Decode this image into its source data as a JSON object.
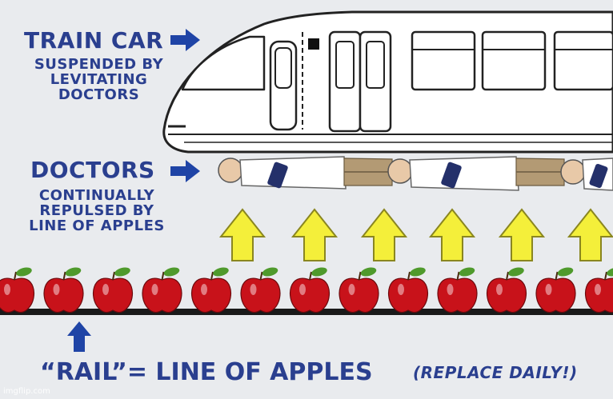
{
  "train": {
    "title": "TRAIN CAR",
    "description": "SUSPENDED BY LEVITATING DOCTORS"
  },
  "doctors": {
    "title": "DOCTORS",
    "description": "CONTINUALLY REPULSED BY LINE OF APPLES"
  },
  "rail": {
    "label": "“RAIL”= LINE OF APPLES",
    "note": "(REPLACE DAILY!)"
  },
  "watermark": "imgflip.com",
  "colors": {
    "label_text": "#2a3f8f",
    "arrow_blue": "#1f44a6",
    "arrow_yellow": "#f4ef3a",
    "apple_red": "#c8121a",
    "leaf_green": "#4f9a2c",
    "coat_white": "#ffffff",
    "trousers_tan": "#b39a74"
  },
  "icons": {
    "pointer": "arrow-right-icon",
    "repulsion": "arrow-up-icon",
    "apple": "apple-icon",
    "doctor": "doctor-figure-icon",
    "train": "train-car-icon"
  }
}
